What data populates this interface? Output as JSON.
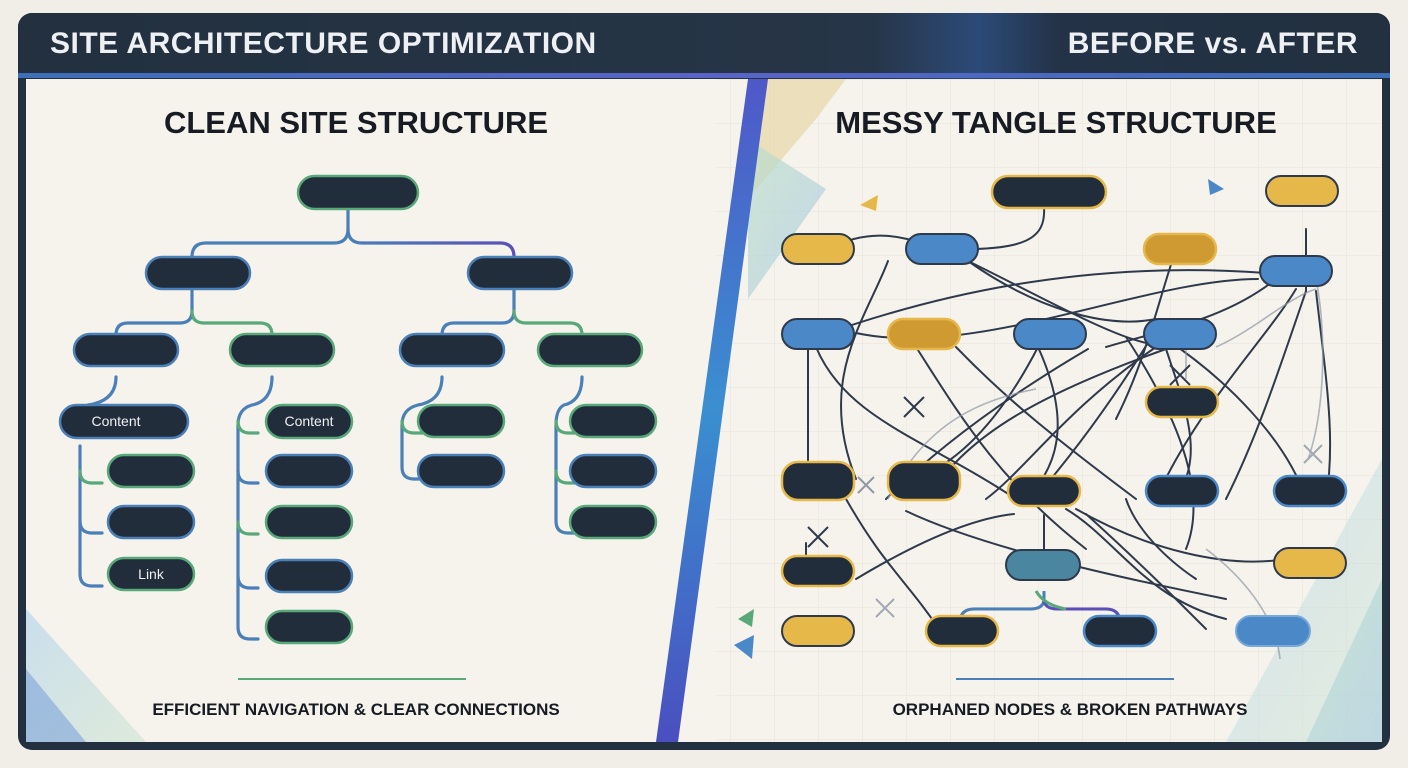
{
  "header": {
    "title": "SITE ARCHITECTURE OPTIMIZATION",
    "right_label": "BEFORE vs. AFTER"
  },
  "left": {
    "title": "CLEAN SITE STRUCTURE",
    "caption": "EFFICIENT NAVIGATION & CLEAR CONNECTIONS",
    "node_labels": {
      "content_a": "Content",
      "content_b": "Content",
      "link": "Link"
    }
  },
  "right": {
    "title": "MESSY TANGLE STRUCTURE",
    "caption": "ORPHANED NODES & BROKEN PATHWAYS"
  },
  "colors": {
    "header_bg": "#22303f",
    "node_dark": "#222d3b",
    "node_gold": "#e6b84a",
    "node_blue": "#4a88c8",
    "node_teal": "#4a86a0",
    "line_blue": "#4a7fb8",
    "line_green": "#58a87a",
    "line_purple": "#5a4fb8",
    "accent_divider": "#4656c8",
    "tangle_line": "#2e3a4c"
  }
}
